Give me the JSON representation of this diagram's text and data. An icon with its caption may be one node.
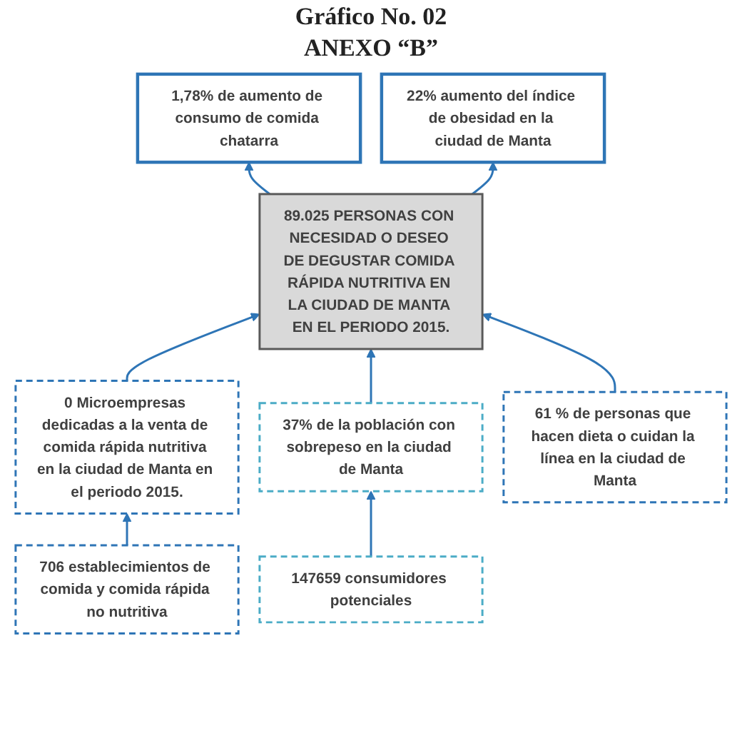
{
  "diagram": {
    "title": "Gráfico No. 02",
    "nodes": [
      {
        "text": [
          "1,78% de aumento de consumo de comida chatarra"
        ]
      },
      {
        "text": [
          "22% aumento del índice de obesidad en la ciudad de Manta"
        ]
      },
      {
        "text": [
          "89.025 PERSONAS CON NECESIDAD O DESEO DE DEGUSTAR COMIDA RÁPIDA NUTRITIVA EN LA CIUDAD DE MANTA EN EL PERIODO 2015."
        ]
      },
      {
        "text": [
          "0 Microempresas dedicadas a la venta de comida rápida nutritiva en la ciudad de Manta en el periodo 2015."
        ]
      },
      {
        "text": [
          "37% de la población con sobrepeso en la ciudad de Manta"
        ]
      },
      {
        "text": [
          "61 % de personas que hacen dieta o cuidan la línea en la ciudad de Manta"
        ]
      },
      {
        "text": [
          "706 establecimientos de comida y comida rápida no nutritiva"
        ]
      },
      {
        "text": [
          "147659 consumidores potenciales"
        ]
      }
    ],
    "edges": [
      {
        "from": 2,
        "to": 0,
        "arrow": "to"
      },
      {
        "from": 2,
        "to": 1,
        "arrow": "to"
      },
      {
        "from": 3,
        "to": 2,
        "arrow": "to"
      },
      {
        "from": 4,
        "to": 2,
        "arrow": "to"
      },
      {
        "from": 5,
        "to": 2,
        "arrow": "to"
      },
      {
        "from": 6,
        "to": 3,
        "arrow": "to"
      },
      {
        "from": 7,
        "to": 4,
        "arrow": "to"
      }
    ],
    "labels": [
      "ANEXO “B”"
    ]
  }
}
